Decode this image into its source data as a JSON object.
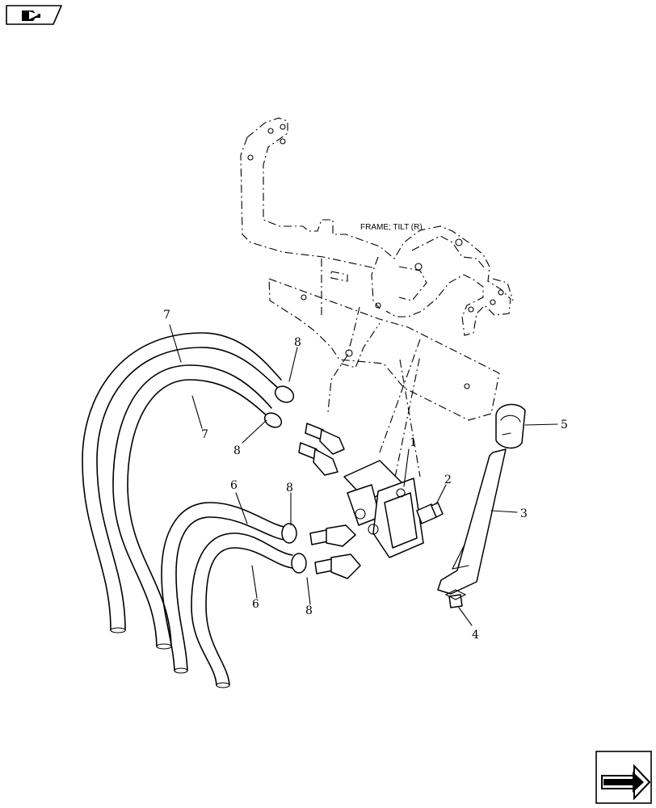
{
  "frame_label": "FRAME; TILT (R)",
  "callouts": [
    {
      "id": "c1",
      "text": "1"
    },
    {
      "id": "c2",
      "text": "2"
    },
    {
      "id": "c3",
      "text": "3"
    },
    {
      "id": "c4",
      "text": "4"
    },
    {
      "id": "c5",
      "text": "5"
    },
    {
      "id": "c6a",
      "text": "6"
    },
    {
      "id": "c6b",
      "text": "6"
    },
    {
      "id": "c7a",
      "text": "7"
    },
    {
      "id": "c7b",
      "text": "7"
    },
    {
      "id": "c8a",
      "text": "8"
    },
    {
      "id": "c8b",
      "text": "8"
    },
    {
      "id": "c8c",
      "text": "8"
    },
    {
      "id": "c8d",
      "text": "8"
    }
  ],
  "icons": {
    "top_left": "book-pointer-icon",
    "bottom_right": "next-page-arrow-icon"
  }
}
